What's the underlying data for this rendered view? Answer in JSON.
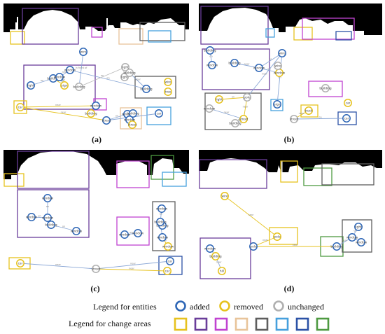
{
  "colors": {
    "added": "#2f67b6",
    "removed": "#e6c21e",
    "unchanged": "#b0b0b0",
    "change_areas": [
      "#e6c21e",
      "#6a3d9a",
      "#c043d1",
      "#e8c49a",
      "#5e5e5e",
      "#46a0dd",
      "#2b52a6",
      "#4e9a41"
    ]
  },
  "panels": [
    {
      "label": "(a)",
      "nodes": [
        {
          "id": "a1",
          "text": "wire",
          "status": "added"
        },
        {
          "id": "a2",
          "text": "window",
          "status": "added"
        },
        {
          "id": "a3",
          "text": "light",
          "status": "added"
        },
        {
          "id": "a4",
          "text": "building",
          "status": "added"
        },
        {
          "id": "a5",
          "text": "window",
          "status": "added"
        },
        {
          "id": "a6",
          "text": "sign",
          "status": "removed"
        },
        {
          "id": "a7",
          "text": "building",
          "status": "unchanged"
        },
        {
          "id": "a8",
          "text": "light",
          "status": "unchanged"
        },
        {
          "id": "a9",
          "text": "light",
          "status": "unchanged"
        },
        {
          "id": "a10",
          "text": "building",
          "status": "added"
        },
        {
          "id": "a11",
          "text": "wire",
          "status": "removed"
        },
        {
          "id": "a12",
          "text": "tree",
          "status": "removed"
        },
        {
          "id": "a13",
          "text": "car",
          "status": "removed"
        },
        {
          "id": "a14",
          "text": "building",
          "status": "unchanged"
        },
        {
          "id": "a15",
          "text": "street",
          "status": "added"
        },
        {
          "id": "a16",
          "text": "window",
          "status": "added"
        },
        {
          "id": "a17",
          "text": "building",
          "status": "added"
        },
        {
          "id": "a18",
          "text": "window",
          "status": "added"
        },
        {
          "id": "a19",
          "text": "street",
          "status": "removed"
        },
        {
          "id": "a20",
          "text": "car",
          "status": "added"
        },
        {
          "id": "a21",
          "text": "window",
          "status": "added"
        },
        {
          "id": "a22",
          "text": "building",
          "status": "removed"
        }
      ],
      "edges": [
        {
          "label": "in front of"
        },
        {
          "label": "near"
        },
        {
          "label": "on"
        },
        {
          "label": "near"
        },
        {
          "label": "in front of"
        },
        {
          "label": "on"
        },
        {
          "label": "on"
        },
        {
          "label": "near"
        },
        {
          "label": "near"
        },
        {
          "label": "on"
        },
        {
          "label": "on"
        },
        {
          "label": "near"
        },
        {
          "label": "on"
        },
        {
          "label": "on"
        }
      ]
    },
    {
      "label": "(b)",
      "nodes": [
        {
          "id": "b1",
          "text": "building",
          "status": "added"
        },
        {
          "id": "b2",
          "text": "window",
          "status": "added"
        },
        {
          "id": "b3",
          "text": "building",
          "status": "added"
        },
        {
          "id": "b4",
          "text": "window",
          "status": "added"
        },
        {
          "id": "b5",
          "text": "wire",
          "status": "added"
        },
        {
          "id": "b6",
          "text": "window",
          "status": "removed"
        },
        {
          "id": "b7",
          "text": "light",
          "status": "removed"
        },
        {
          "id": "b8",
          "text": "pole",
          "status": "unchanged"
        },
        {
          "id": "b9",
          "text": "wire",
          "status": "unchanged"
        },
        {
          "id": "b10",
          "text": "sign",
          "status": "added"
        },
        {
          "id": "b11",
          "text": "street",
          "status": "removed"
        },
        {
          "id": "b12",
          "text": "window",
          "status": "unchanged"
        },
        {
          "id": "b13",
          "text": "building",
          "status": "unchanged"
        },
        {
          "id": "b14",
          "text": "building",
          "status": "unchanged"
        },
        {
          "id": "b15",
          "text": "truck",
          "status": "removed"
        },
        {
          "id": "b16",
          "text": "street",
          "status": "unchanged"
        },
        {
          "id": "b17",
          "text": "car",
          "status": "removed"
        },
        {
          "id": "b18",
          "text": "car",
          "status": "added"
        }
      ],
      "edges": [
        {
          "label": "on"
        },
        {
          "label": "near"
        },
        {
          "label": "on"
        },
        {
          "label": "on"
        },
        {
          "label": "near"
        },
        {
          "label": "on"
        },
        {
          "label": "near"
        },
        {
          "label": "on"
        },
        {
          "label": "near"
        },
        {
          "label": "on"
        },
        {
          "label": "near"
        },
        {
          "label": "on"
        }
      ]
    },
    {
      "label": "(c)",
      "nodes": [
        {
          "id": "c1",
          "text": "window",
          "status": "added"
        },
        {
          "id": "c2",
          "text": "window",
          "status": "added"
        },
        {
          "id": "c3",
          "text": "window",
          "status": "added"
        },
        {
          "id": "c4",
          "text": "building",
          "status": "added"
        },
        {
          "id": "c5",
          "text": "window",
          "status": "added"
        },
        {
          "id": "c6",
          "text": "window",
          "status": "added"
        },
        {
          "id": "c7",
          "text": "window",
          "status": "added"
        },
        {
          "id": "c8",
          "text": "building",
          "status": "added"
        },
        {
          "id": "c9",
          "text": "window",
          "status": "added"
        },
        {
          "id": "c10",
          "text": "building",
          "status": "added"
        },
        {
          "id": "c11",
          "text": "window",
          "status": "added"
        },
        {
          "id": "c12",
          "text": "window",
          "status": "removed"
        },
        {
          "id": "c13",
          "text": "street",
          "status": "unchanged"
        },
        {
          "id": "c14",
          "text": "car",
          "status": "removed"
        },
        {
          "id": "c15",
          "text": "car",
          "status": "added"
        },
        {
          "id": "c16",
          "text": "car",
          "status": "removed"
        }
      ],
      "edges": [
        {
          "label": "on"
        },
        {
          "label": "on"
        },
        {
          "label": "on"
        },
        {
          "label": "on"
        },
        {
          "label": "on"
        },
        {
          "label": "on"
        },
        {
          "label": "on"
        },
        {
          "label": "on"
        },
        {
          "label": "near"
        },
        {
          "label": "near"
        },
        {
          "label": "near"
        }
      ]
    },
    {
      "label": "(d)",
      "nodes": [
        {
          "id": "d1",
          "text": "wire",
          "status": "removed"
        },
        {
          "id": "d2",
          "text": "pole",
          "status": "removed"
        },
        {
          "id": "d3",
          "text": "light",
          "status": "added"
        },
        {
          "id": "d4",
          "text": "window",
          "status": "added"
        },
        {
          "id": "d5",
          "text": "window",
          "status": "added"
        },
        {
          "id": "d6",
          "text": "building",
          "status": "added"
        },
        {
          "id": "d7",
          "text": "window",
          "status": "added"
        },
        {
          "id": "d8",
          "text": "building",
          "status": "removed"
        },
        {
          "id": "d9",
          "text": "hill",
          "status": "removed"
        },
        {
          "id": "d10",
          "text": "pole",
          "status": "added"
        }
      ],
      "edges": [
        {
          "label": "near"
        },
        {
          "label": "near"
        },
        {
          "label": "near"
        },
        {
          "label": "on"
        },
        {
          "label": "on"
        },
        {
          "label": "near"
        },
        {
          "label": "on"
        },
        {
          "label": "near"
        }
      ]
    }
  ],
  "legend": {
    "entities_label": "Legend for entities",
    "added": "added",
    "removed": "removed",
    "unchanged": "unchanged",
    "change_areas_label": "Legend for change areas"
  }
}
